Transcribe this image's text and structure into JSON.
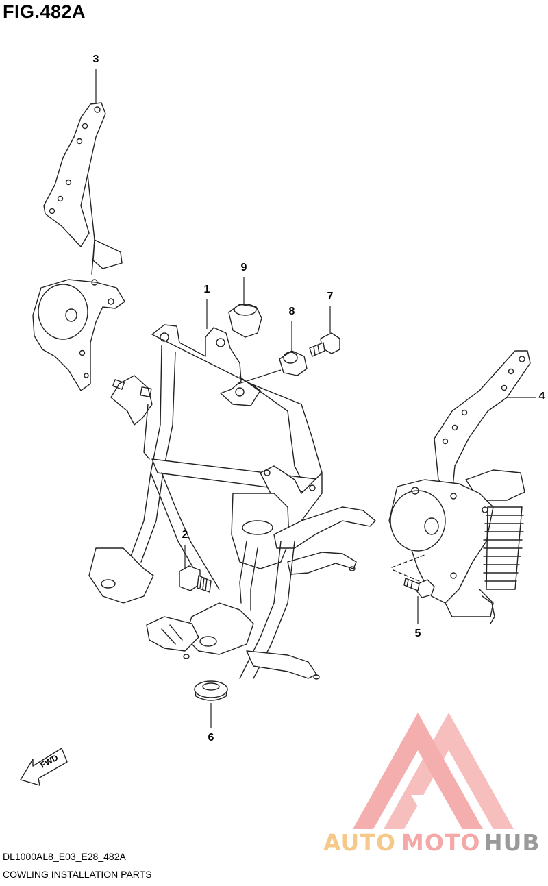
{
  "figure": {
    "title": "FIG.482A",
    "model_code": "DL1000AL8_E03_E28_482A",
    "description": "COWLING INSTALLATION PARTS"
  },
  "callouts": [
    "1",
    "2",
    "3",
    "4",
    "5",
    "6",
    "7",
    "8",
    "9"
  ],
  "direction_arrow": {
    "label": "FWD"
  },
  "watermark": {
    "word_1": "AUTO",
    "word_2": "MOTO",
    "word_3": "HUB",
    "colors": {
      "auto": "#f5c98a",
      "moto": "#f4a8a8",
      "hub": "#9a9a9a",
      "logo": "#f4a0a0"
    }
  }
}
